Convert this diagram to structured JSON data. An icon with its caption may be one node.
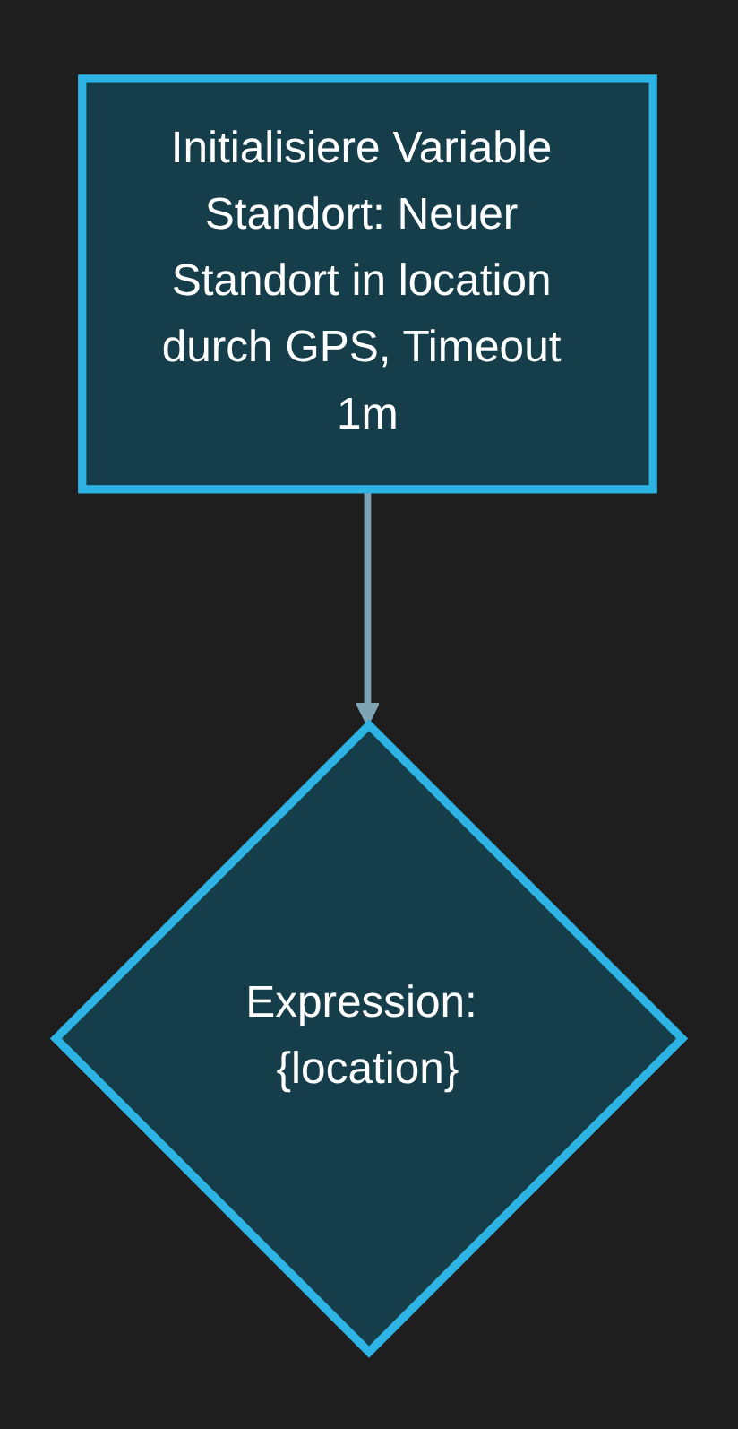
{
  "diagram": {
    "nodes": [
      {
        "text": [
          "Initialisiere Variable Standort: Neuer Standort in location durch GPS, Timeout 1m"
        ]
      },
      {
        "text": [
          "Expression: {location}"
        ]
      }
    ],
    "edges": [
      {
        "from": 0,
        "to": 1,
        "arrow": "to"
      }
    ]
  }
}
